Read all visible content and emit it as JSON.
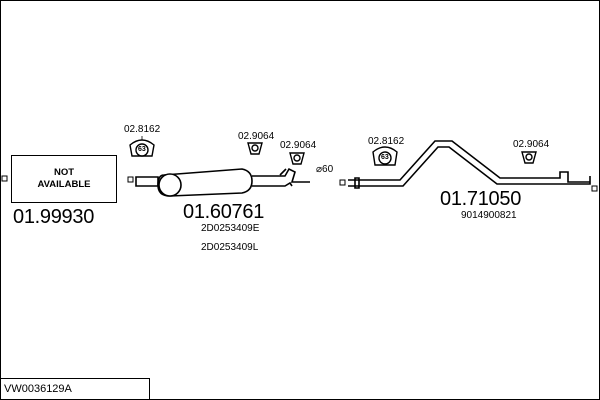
{
  "title_code": "VW0036129A",
  "not_available": {
    "text": "NOT\nAVAILABLE",
    "part_number": "01.99930"
  },
  "middle_section": {
    "part_number": "01.60761",
    "oe_refs": [
      "2D0253409E",
      "2D0253409L"
    ]
  },
  "rear_section": {
    "part_number": "01.71050",
    "oe_ref": "9014900821"
  },
  "clamps": [
    {
      "code": "02.8162",
      "marker": "63"
    },
    {
      "code": "02.8162",
      "marker": "63"
    }
  ],
  "hangers": [
    {
      "code": "02.9064"
    },
    {
      "code": "02.9064"
    },
    {
      "code": "02.9064"
    }
  ],
  "pipe_diameter": "⌀60"
}
